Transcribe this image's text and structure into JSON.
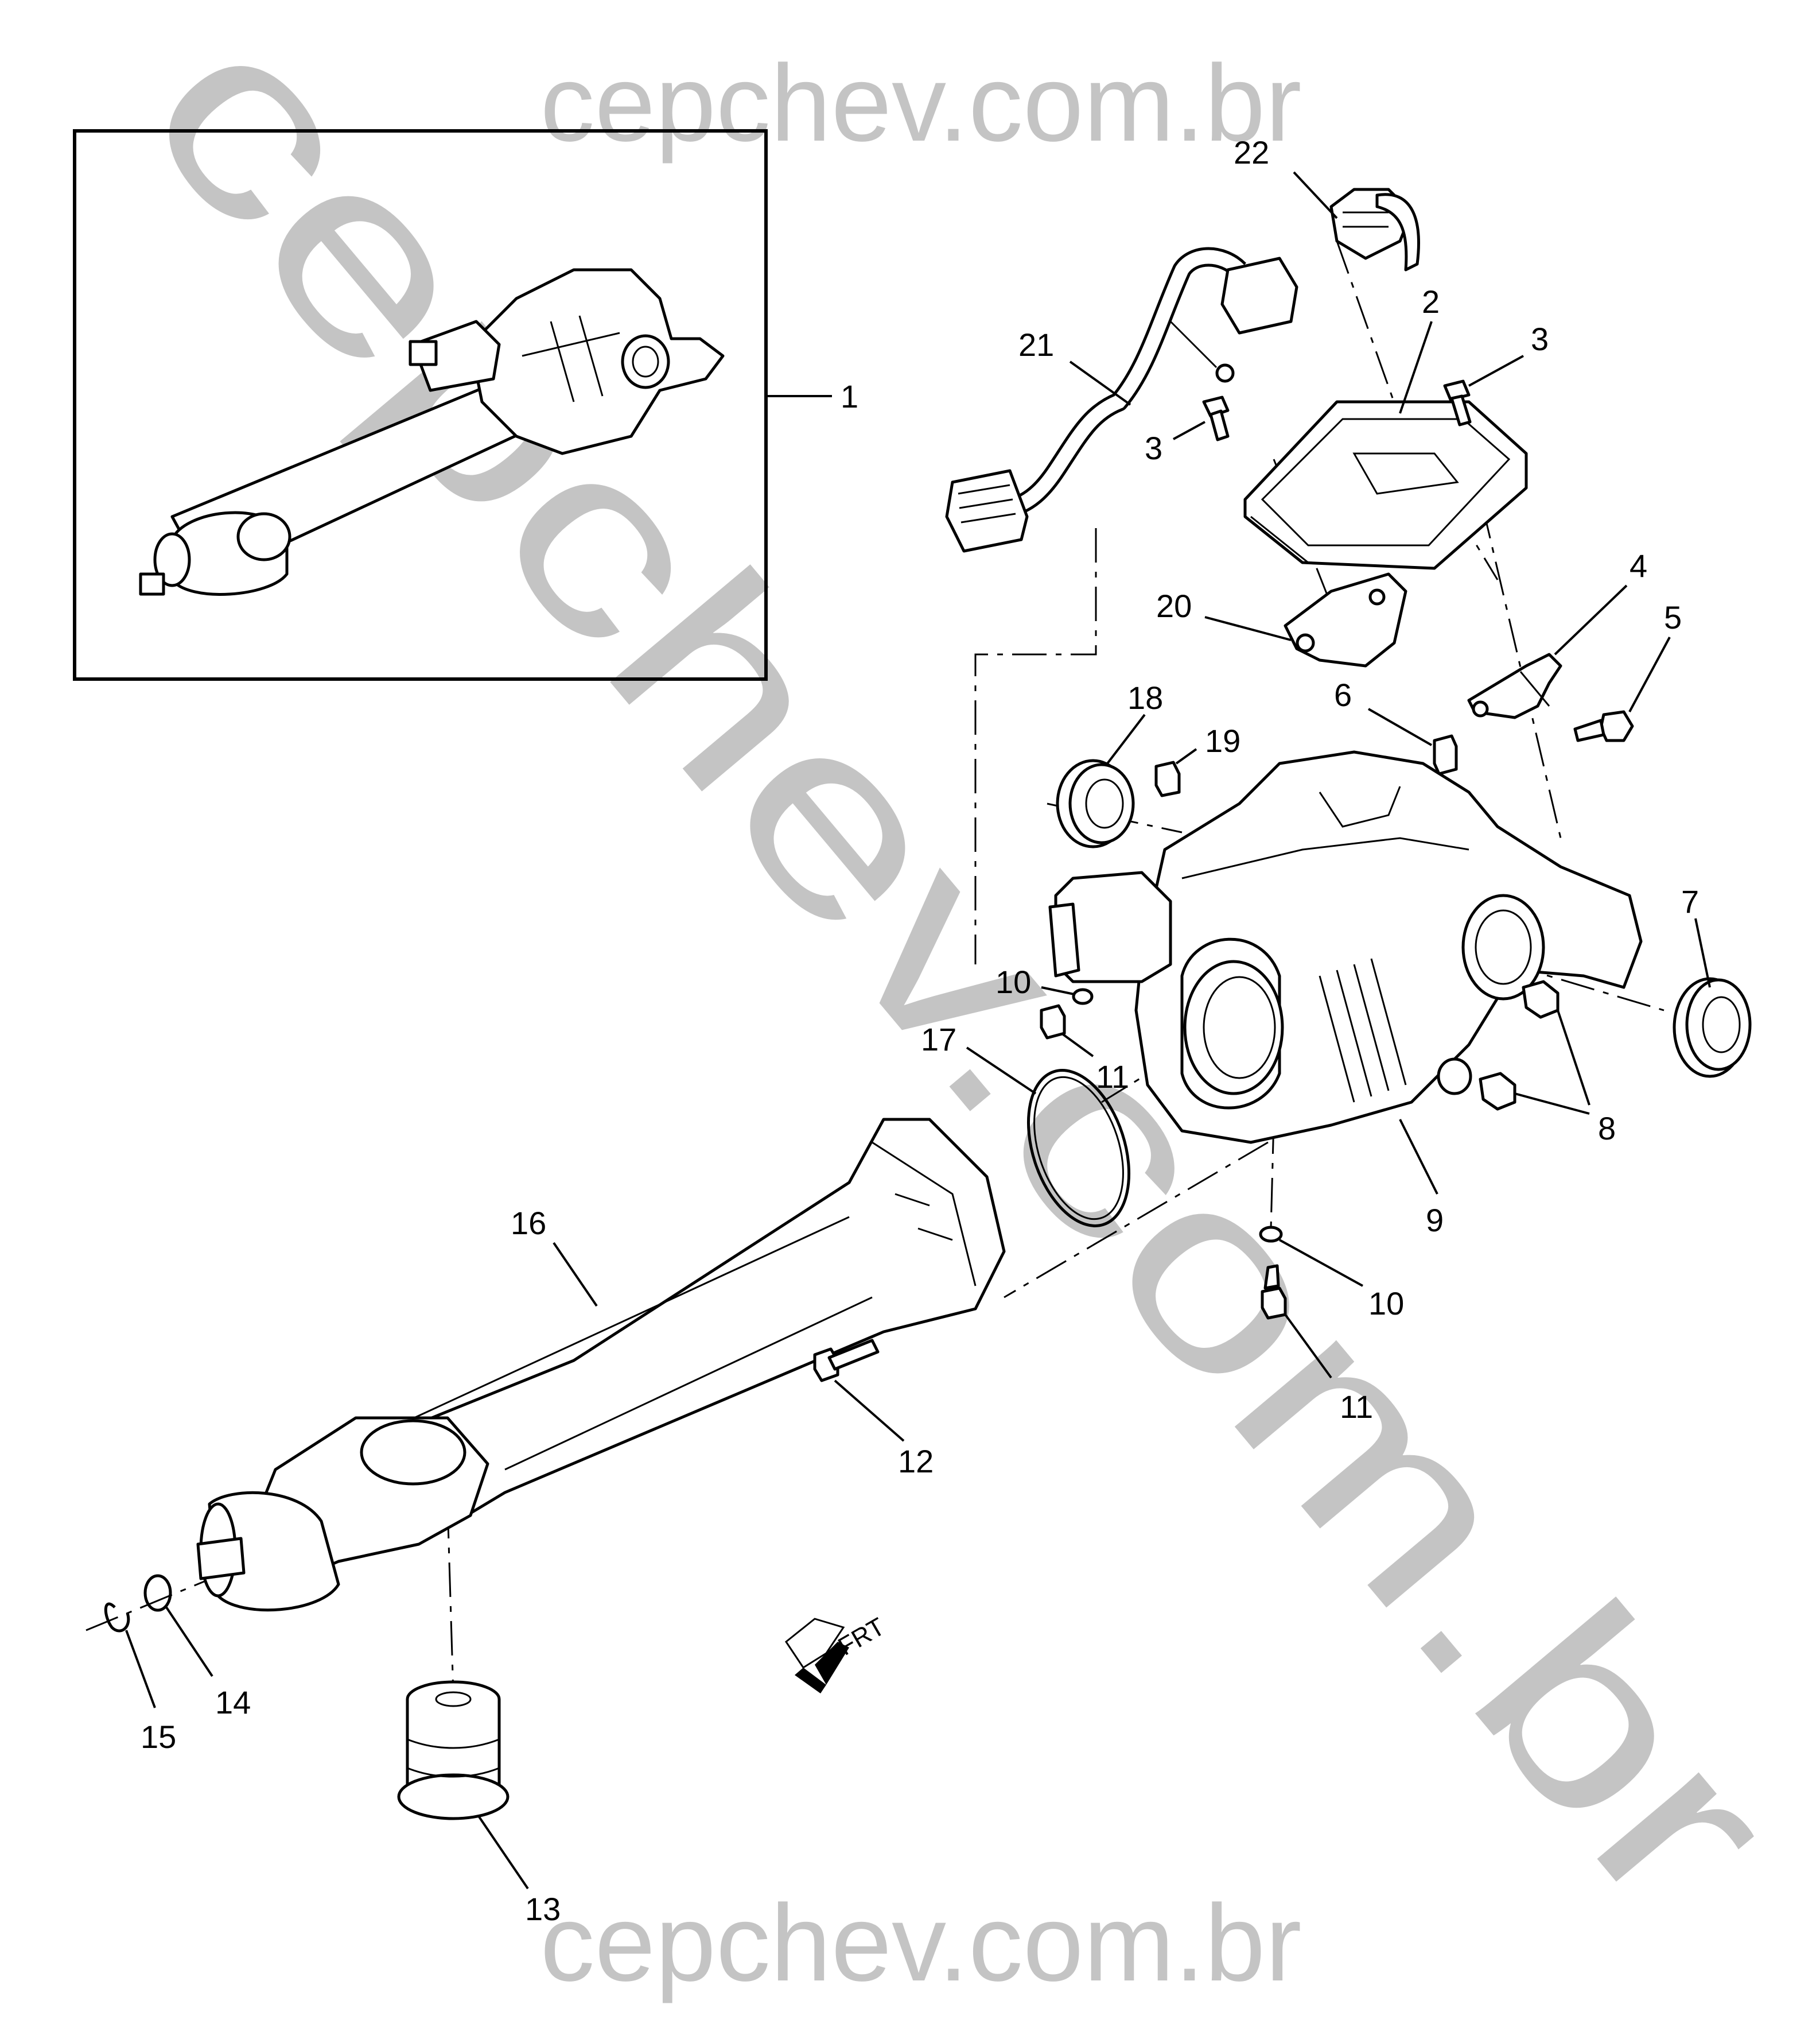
{
  "watermarks": {
    "top": "cepchev.com.br",
    "diagonal": "cepchev.com.br",
    "bottom": "cepchev.com.br"
  },
  "orientation_marker": {
    "label": "FRT"
  },
  "callouts": [
    {
      "id": "1",
      "label": "1"
    },
    {
      "id": "2",
      "label": "2"
    },
    {
      "id": "3a",
      "label": "3"
    },
    {
      "id": "3b",
      "label": "3"
    },
    {
      "id": "4",
      "label": "4"
    },
    {
      "id": "5",
      "label": "5"
    },
    {
      "id": "6",
      "label": "6"
    },
    {
      "id": "7",
      "label": "7"
    },
    {
      "id": "8",
      "label": "8"
    },
    {
      "id": "9",
      "label": "9"
    },
    {
      "id": "10a",
      "label": "10"
    },
    {
      "id": "10b",
      "label": "10"
    },
    {
      "id": "11a",
      "label": "11"
    },
    {
      "id": "11b",
      "label": "11"
    },
    {
      "id": "12",
      "label": "12"
    },
    {
      "id": "13",
      "label": "13"
    },
    {
      "id": "14",
      "label": "14"
    },
    {
      "id": "15",
      "label": "15"
    },
    {
      "id": "16",
      "label": "16"
    },
    {
      "id": "17",
      "label": "17"
    },
    {
      "id": "18",
      "label": "18"
    },
    {
      "id": "19",
      "label": "19"
    },
    {
      "id": "20",
      "label": "20"
    },
    {
      "id": "21",
      "label": "21"
    },
    {
      "id": "22",
      "label": "22"
    }
  ]
}
